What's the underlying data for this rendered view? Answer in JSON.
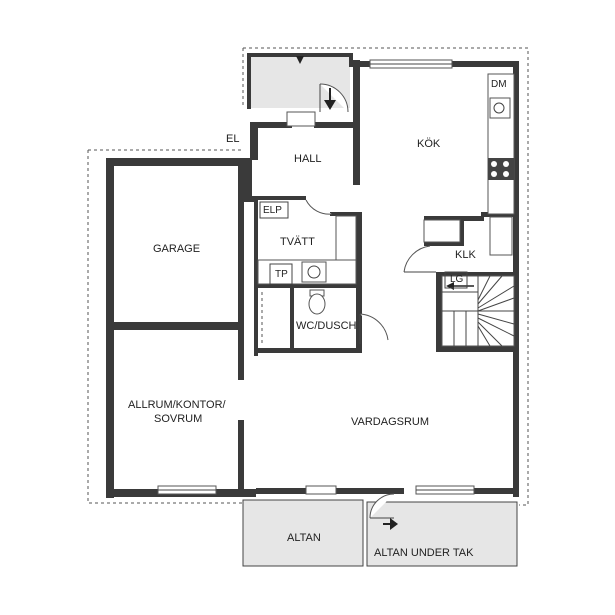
{
  "rooms": {
    "hall": "HALL",
    "kok": "KÖK",
    "dm": "DM",
    "elp": "ELP",
    "tvatt": "TVÄTT",
    "tp": "TP",
    "garage": "GARAGE",
    "klk": "KLK",
    "lg": "LG",
    "wc": "WC/DUSCH",
    "allrum_line1": "ALLRUM/KONTOR/",
    "allrum_line2": "SOVRUM",
    "vardagsrum": "VARDAGSRUM",
    "altan": "ALTAN",
    "altan_tak": "ALTAN UNDER TAK",
    "el": "EL"
  }
}
